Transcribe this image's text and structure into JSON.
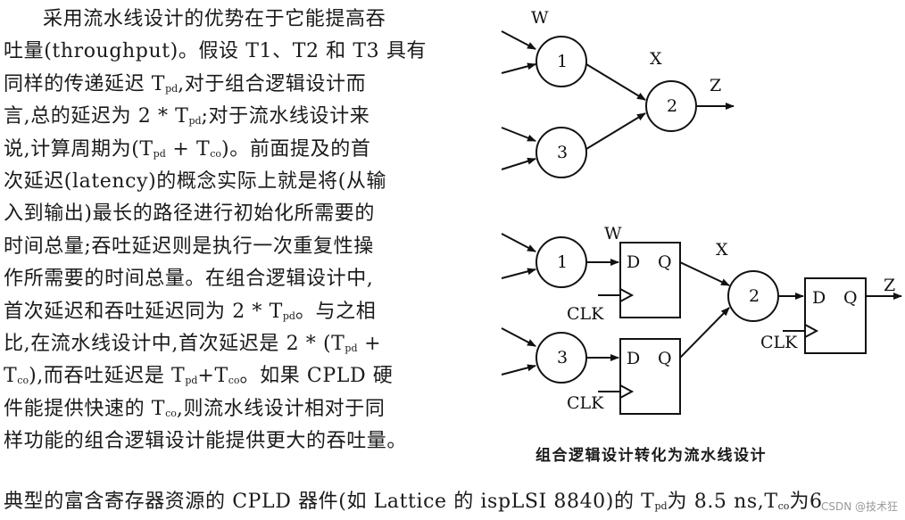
{
  "paragraph": {
    "lines": [
      {
        "a": "采用流水线设计的优势在于它能提高吞"
      },
      {
        "a": "吐量(throughput)。假设 T1、T2 和 T3 具有"
      },
      {
        "a": "同样的传递延迟 T",
        "s1": "pd",
        "b": ",对于组合逻辑设计而"
      },
      {
        "a": "言,总的延迟为 2 * T",
        "s1": "pd",
        "b": ";对于流水线设计来"
      },
      {
        "a": "说,计算周期为(T",
        "s1": "pd",
        "b": " + T",
        "s2": "co",
        "c": ")。前面提及的首"
      },
      {
        "a": "次延迟(latency)的概念实际上就是将(从输"
      },
      {
        "a": "入到输出)最长的路径进行初始化所需要的"
      },
      {
        "a": "时间总量;吞吐延迟则是执行一次重复性操"
      },
      {
        "a": "作所需要的时间总量。在组合逻辑设计中,"
      },
      {
        "a": "首次延迟和吞吐延迟同为 2 * T",
        "s1": "pd",
        "b": "。与之相"
      },
      {
        "a": "比,在流水线设计中,首次延迟是 2 * (T",
        "s1": "pd",
        "b": " +"
      },
      {
        "a": "T",
        "s1": "co",
        "b": "),而吞吐延迟是 T",
        "s2": "pd",
        "c": "+T",
        "s3": "co",
        "d": "。如果 CPLD 硬"
      },
      {
        "a": "件能提供快速的 T",
        "s1": "co",
        "b": ",则流水线设计相对于同"
      },
      {
        "a": "样功能的组合逻辑设计能提供更大的吞吐量。"
      }
    ]
  },
  "last_line": {
    "a": "典型的富含寄存器资源的 CPLD 器件(如 Lattice 的 ispLSI 8840)的 T",
    "s1": "pd",
    "b": "为 8.5 ns,T",
    "s2": "co",
    "c": "为6"
  },
  "diagram": {
    "top": {
      "w": "W",
      "x": "X",
      "z": "Z",
      "n1": "1",
      "n2": "2",
      "n3": "3"
    },
    "bottom": {
      "w": "W",
      "x": "X",
      "z": "Z",
      "n1": "1",
      "n2": "2",
      "n3": "3",
      "d": "D",
      "q": "Q",
      "clk": "CLK"
    }
  },
  "caption": "组合逻辑设计转化为流水线设计",
  "watermark": "CSDN @技术狂"
}
